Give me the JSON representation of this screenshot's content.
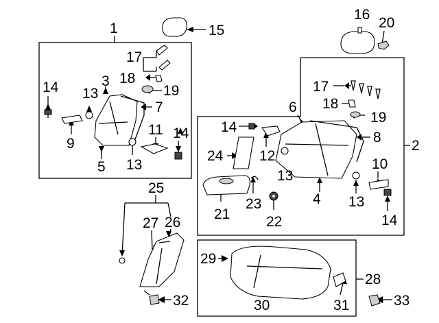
{
  "callouts": {
    "c1": "1",
    "c2": "2",
    "c3": "3",
    "c4": "4",
    "c5": "5",
    "c6": "6",
    "c7": "7",
    "c8": "8",
    "c9": "9",
    "c10": "10",
    "c11": "11",
    "c12": "12",
    "c13a": "13",
    "c13b": "13",
    "c13c": "13",
    "c13d": "13",
    "c14a": "14",
    "c14b": "14",
    "c14c": "14",
    "c14d": "14",
    "c15": "15",
    "c16": "16",
    "c17a": "17",
    "c17b": "17",
    "c18a": "18",
    "c18b": "18",
    "c19a": "19",
    "c19b": "19",
    "c20": "20",
    "c21": "21",
    "c22": "22",
    "c23": "23",
    "c24": "24",
    "c25": "25",
    "c26": "26",
    "c27": "27",
    "c28": "28",
    "c29": "29",
    "c30": "30",
    "c31": "31",
    "c32": "32",
    "c33": "33"
  },
  "colors": {
    "line": "#000000",
    "fill": "#ffffff",
    "shade": "#cfcfcf"
  }
}
